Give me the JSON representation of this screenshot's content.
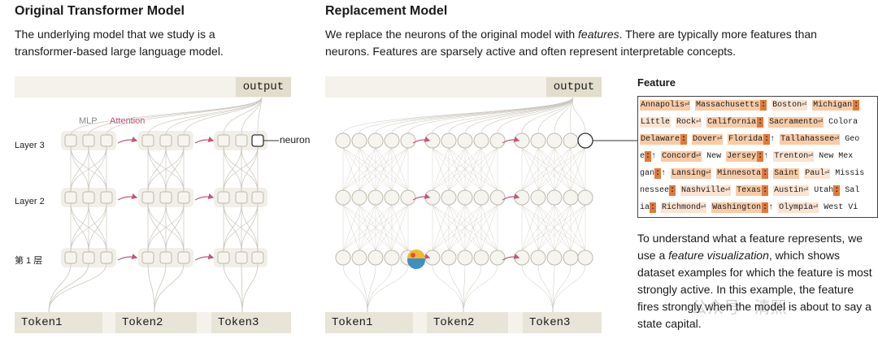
{
  "left": {
    "title": "Original Transformer Model",
    "description": "The underlying model that we study is a transformer-based large language model.",
    "output_label": "output",
    "legend_mlp": "MLP",
    "legend_attention": "Attention",
    "neuron_label": "neuron",
    "layers": [
      "Layer 3",
      "Layer 2",
      "第 1 层"
    ],
    "tokens": [
      "Token1",
      "Token2",
      "Token3"
    ]
  },
  "right": {
    "title": "Replacement Model",
    "description_pre": "We replace the neurons of the original model with ",
    "description_em": "features",
    "description_post": ". There are typically more features than neurons. Features are sparsely active and often represent interpretable concepts.",
    "output_label": "output",
    "tokens": [
      "Token1",
      "Token2",
      "Token3"
    ]
  },
  "feature": {
    "heading": "Feature",
    "rows": [
      "Annapolis⏎ Massachusetts: Boston⏎ Michigan:",
      " Little Rock⏎ California: Sacramento⏎ Colora",
      "Delaware: Dover⏎ Florida:↑ Tallahassee⏎ Geo",
      "e:↑ Concord⏎ New Jersey:↑ Trenton⏎ New Mex",
      "gan:↑ Lansing⏎ Minnesota: Saint Paul⏎ Missis",
      "nessee: Nashville⏎ Texas: Austin⏎ Utah: Sal",
      "ia: Richmond⏎ Washington:↑ Olympia⏎ West Vi"
    ],
    "explain_1": "To understand what a feature represents, we use a ",
    "explain_em": "feature visualization",
    "explain_2": ", which shows dataset examples for which the feature is most strongly active. In this example, the feature fires strongly when the model is about to say a state capital."
  },
  "watermark": "公众号 · 清熙",
  "colors": {
    "attention": "#c2577e",
    "highlight_light": "#fbe3d0",
    "highlight_mid": "#f8cba6",
    "highlight_strong": "#e07a3a"
  }
}
